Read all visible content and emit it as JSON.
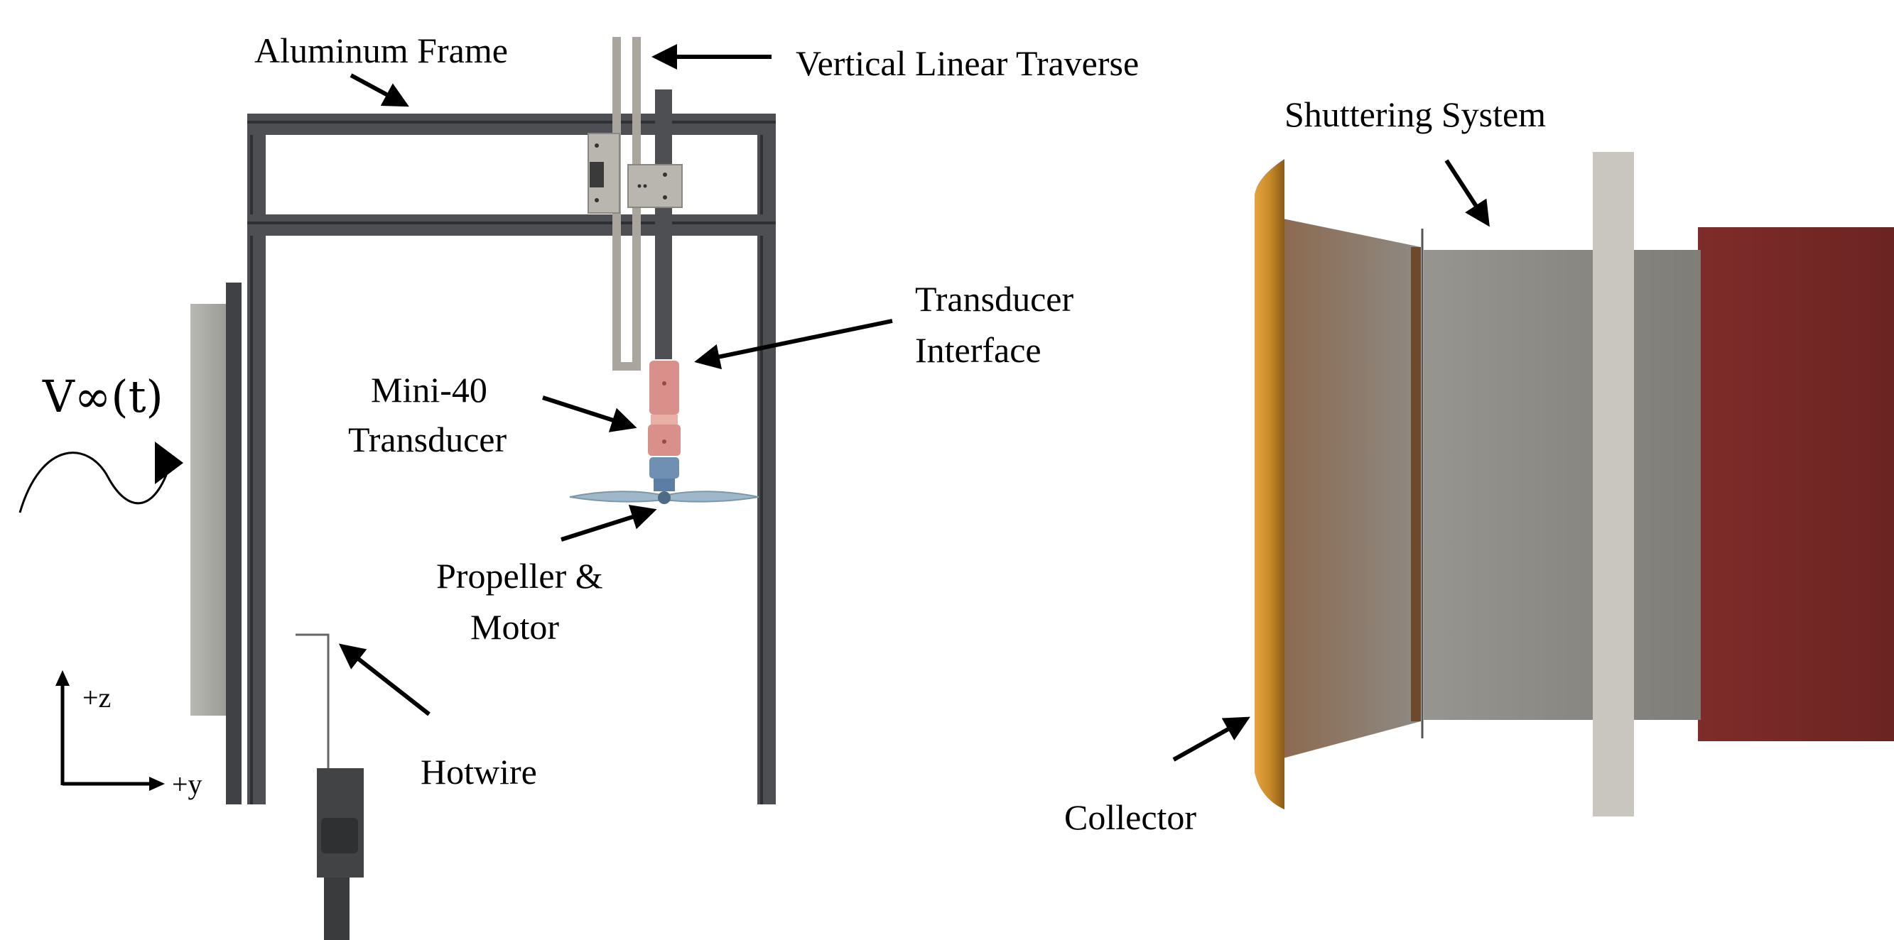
{
  "labels": {
    "aluminum_frame": "Aluminum Frame",
    "vertical_traverse": "Vertical Linear Traverse",
    "shuttering_system": "Shuttering System",
    "transducer_interface_1": "Transducer",
    "transducer_interface_2": "Interface",
    "mini40_1": "Mini-40",
    "mini40_2": "Transducer",
    "propeller_1": "Propeller &",
    "propeller_2": "Motor",
    "hotwire": "Hotwire",
    "collector": "Collector",
    "velocity": "V∞(t)",
    "axis_z": "+z",
    "axis_y": "+y"
  },
  "colors": {
    "frame": "#4d4f52",
    "frame_edge": "#2e3032",
    "traverse": "#a9a49c",
    "plate": "#b9b5af",
    "transducer": "#d98f8a",
    "motor": "#6f8fb3",
    "propeller": "#9fb8c9",
    "collector": "#c98a2a",
    "test_section": "#8f8d87",
    "shutter_ring": "#c9c6bf",
    "diffuser": "#7a2a28",
    "inlet_panel": "#a8a8a2"
  }
}
